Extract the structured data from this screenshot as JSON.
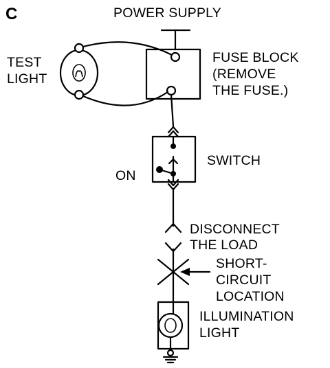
{
  "figure_label": "C",
  "labels": {
    "power_supply": "POWER SUPPLY",
    "test_light": [
      "TEST",
      "LIGHT"
    ],
    "fuse_block": [
      "FUSE BLOCK",
      "(REMOVE",
      "THE FUSE.)"
    ],
    "switch": "SWITCH",
    "on": "ON",
    "disconnect": [
      "DISCONNECT",
      "THE LOAD"
    ],
    "short_circuit": [
      "SHORT-",
      "CIRCUIT",
      "LOCATION"
    ],
    "illumination": [
      "ILLUMINATION",
      "LIGHT"
    ]
  },
  "colors": {
    "ink": "#000000",
    "paper": "#ffffff"
  }
}
